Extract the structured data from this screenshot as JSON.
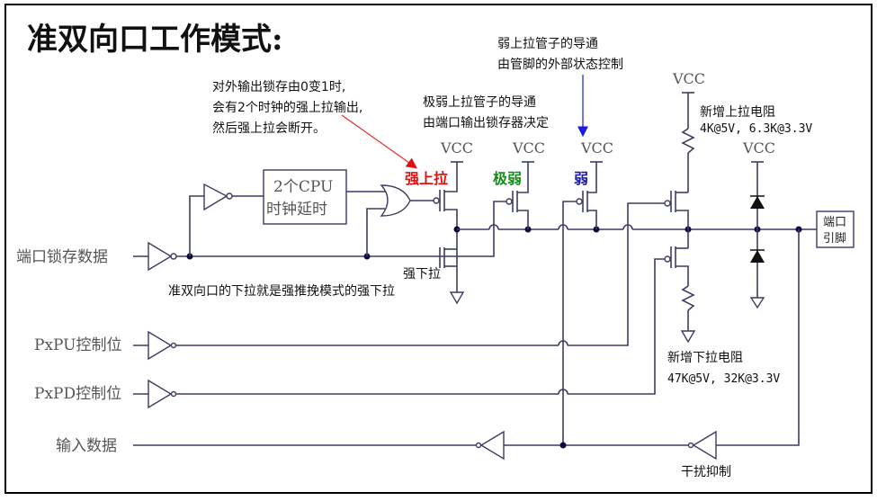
{
  "title": "准双向口工作模式:",
  "annotations": {
    "strong_pullup_note": [
      "对外输出锁存由0变1时,",
      "会有2个时钟的强上拉输出,",
      "然后强上拉会断开。"
    ],
    "very_weak_note": [
      "极弱上拉管子的导通",
      "由端口输出锁存器决定"
    ],
    "weak_note": [
      "弱上拉管子的导通",
      "由管脚的外部状态控制"
    ],
    "pulldown_note_1": "强下拉",
    "pulldown_note_2": "准双向口的下拉就是强推挽模式的强下拉",
    "new_pullup": "新增上拉电阻",
    "new_pullup_values": "4K@5V, 6.3K@3.3V",
    "new_pulldown": "新增下拉电阻",
    "new_pulldown_values": "47K@5V, 32K@3.3V",
    "noise_suppression": "干扰抑制"
  },
  "labels": {
    "strong_pullup": "强上拉",
    "very_weak": "极弱",
    "weak": "弱",
    "vcc": "VCC",
    "delay_box": [
      "2个CPU",
      "时钟延时"
    ],
    "port_pin": [
      "端口",
      "引脚"
    ]
  },
  "inputs": {
    "port_latch": "端口锁存数据",
    "pxpu": "PxPU控制位",
    "pxpd": "PxPD控制位",
    "input_data": "输入数据"
  },
  "colors": {
    "strong": "#e01010",
    "very_weak": "#1a8a1a",
    "weak": "#1a1aa0",
    "arrow_red": "#e03030",
    "arrow_blue": "#1a1ae0"
  }
}
